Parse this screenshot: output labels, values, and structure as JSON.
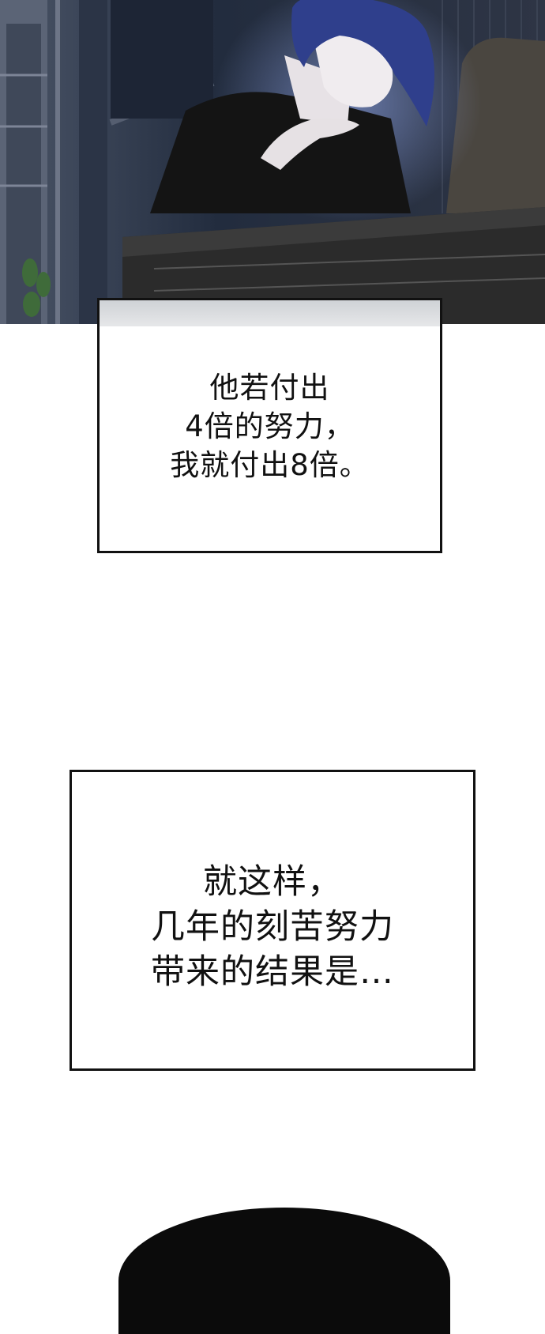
{
  "panels": {
    "caption_1": {
      "lines": [
        "他若付出",
        "4倍的努力，",
        "我就付出8倍。"
      ]
    },
    "caption_2": {
      "lines": [
        "就这样，",
        "几年的刻苦努力",
        "带来的结果是…"
      ]
    }
  },
  "colors": {
    "background": "#ffffff",
    "text": "#111111",
    "border": "#111111",
    "night_scene": "#2a3447",
    "hair": "#2f3f8c",
    "silhouette": "#0b0b0b"
  }
}
